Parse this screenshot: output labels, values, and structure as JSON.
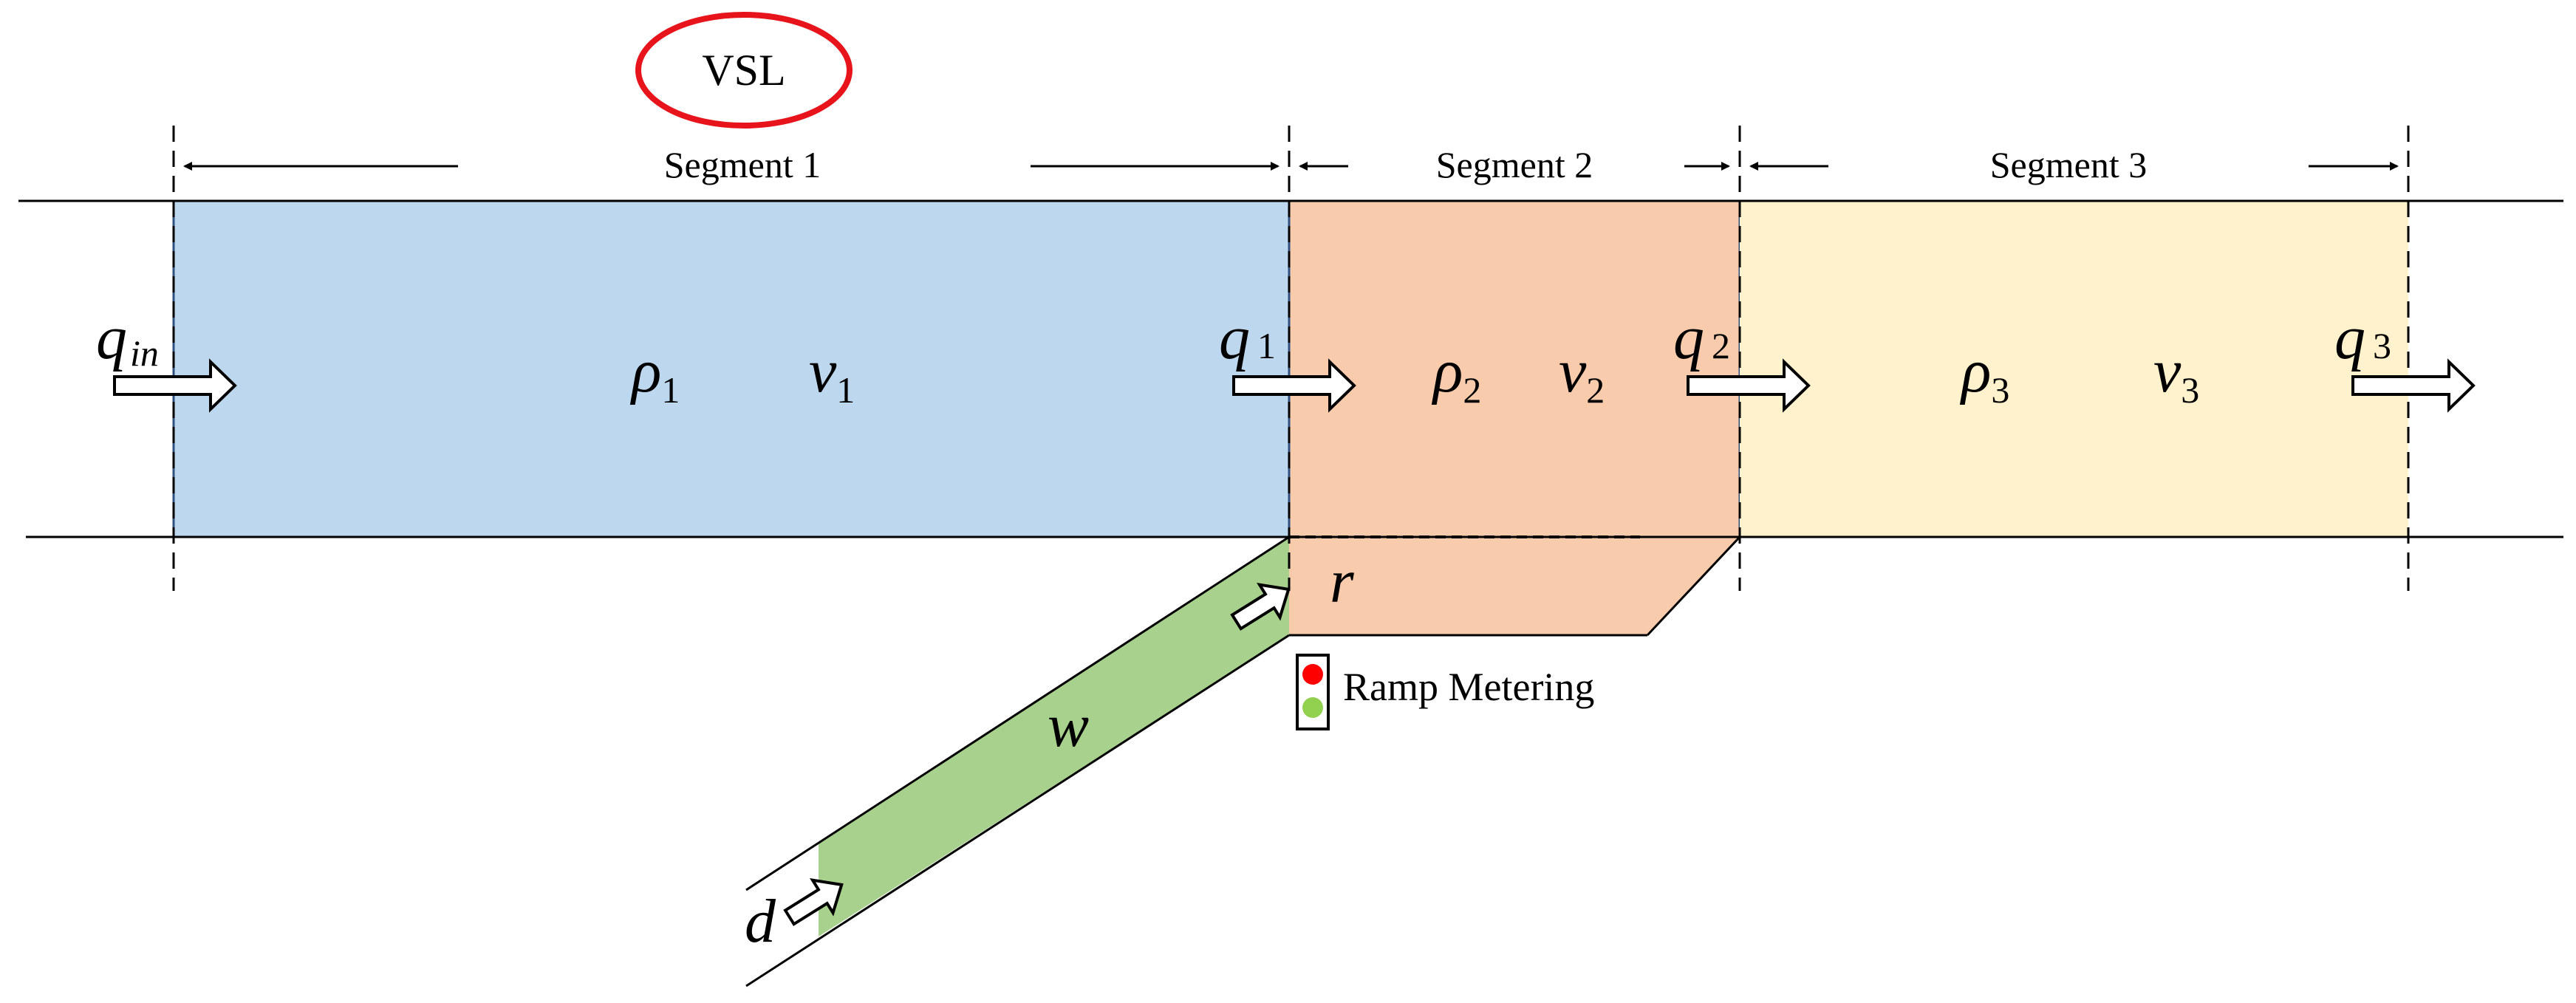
{
  "vsl": {
    "label": "VSL",
    "ring_color": "#e8141b"
  },
  "segments": [
    {
      "label": "Segment 1",
      "fill": "#bdd7ee"
    },
    {
      "label": "Segment 2",
      "fill": "#f8cbad"
    },
    {
      "label": "Segment 3",
      "fill": "#fff2cc"
    }
  ],
  "ramp": {
    "fill": "#a9d18e"
  },
  "variables": {
    "q_in": {
      "base": "q",
      "sub": "in"
    },
    "q1": {
      "base": "q",
      "sub": "1"
    },
    "q2": {
      "base": "q",
      "sub": "2"
    },
    "q3": {
      "base": "q",
      "sub": "3"
    },
    "rho1": {
      "base": "ρ",
      "sub": "1"
    },
    "v1": {
      "base": "v",
      "sub": "1"
    },
    "rho2": {
      "base": "ρ",
      "sub": "2"
    },
    "v2": {
      "base": "v",
      "sub": "2"
    },
    "rho3": {
      "base": "ρ",
      "sub": "3"
    },
    "v3": {
      "base": "v",
      "sub": "3"
    },
    "r": "r",
    "w": "w",
    "d": "d"
  },
  "ramp_metering": {
    "label": "Ramp Metering",
    "red": "#ff0000",
    "green": "#92d050"
  }
}
